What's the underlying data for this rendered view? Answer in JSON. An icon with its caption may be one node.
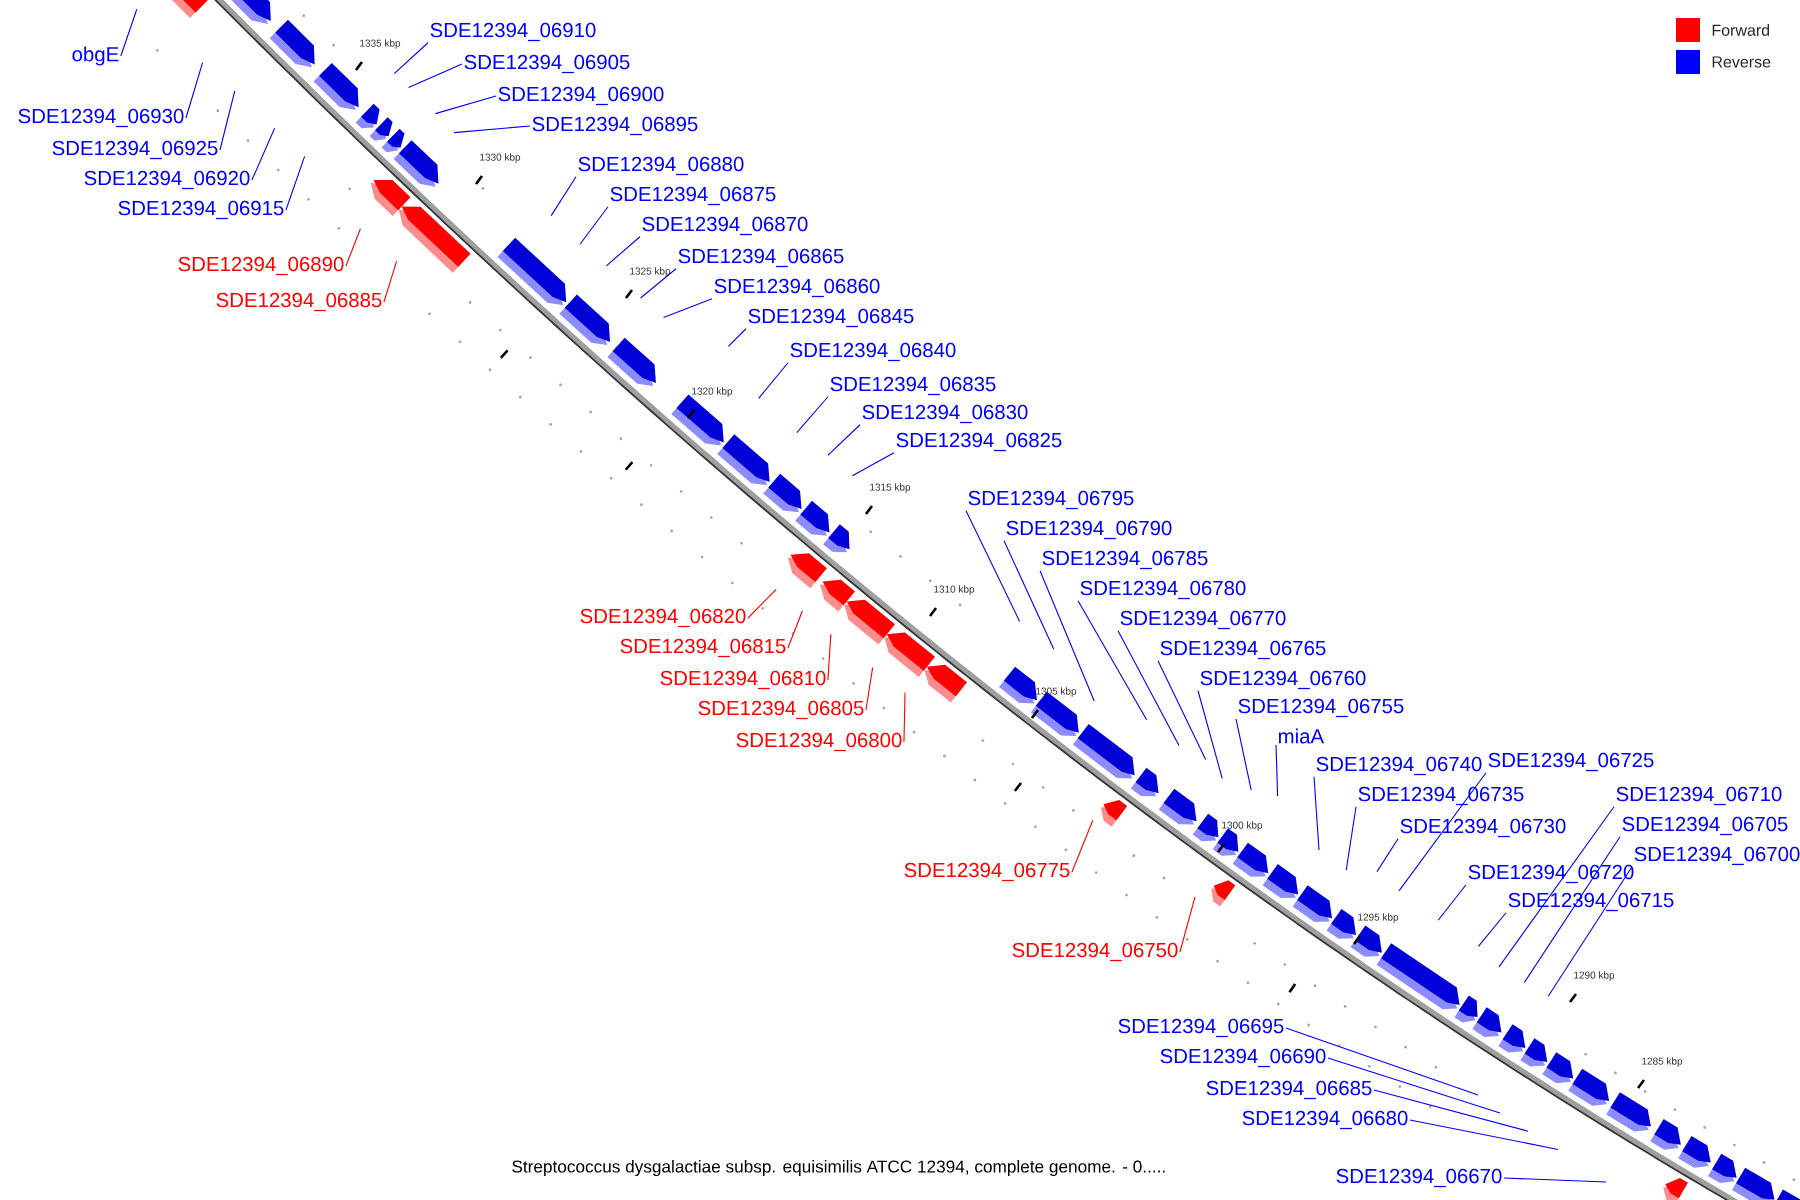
{
  "diagram": {
    "caption": "Streptococcus dysgalactiae subsp. equisimilis ATCC 12394, complete genome. - 0.....",
    "nodes": [
      {
        "text": [
          "obgE"
        ]
      },
      {
        "text": [
          "SDE12394_06910"
        ]
      },
      {
        "text": [
          "SDE12394_06905"
        ]
      },
      {
        "text": [
          "SDE12394_06900"
        ]
      },
      {
        "text": [
          "SDE12394_06895"
        ]
      },
      {
        "text": [
          "SDE12394_06930"
        ]
      },
      {
        "text": [
          "SDE12394_06925"
        ]
      },
      {
        "text": [
          "SDE12394_06920"
        ]
      },
      {
        "text": [
          "SDE12394_06915"
        ]
      },
      {
        "text": [
          "SDE12394_06880"
        ]
      },
      {
        "text": [
          "SDE12394_06875"
        ]
      },
      {
        "text": [
          "SDE12394_06870"
        ]
      },
      {
        "text": [
          "SDE12394_06865"
        ]
      },
      {
        "text": [
          "SDE12394_06860"
        ]
      },
      {
        "text": [
          "SDE12394_06890"
        ]
      },
      {
        "text": [
          "SDE12394_06885"
        ]
      },
      {
        "text": [
          "SDE12394_06845"
        ]
      },
      {
        "text": [
          "SDE12394_06840"
        ]
      },
      {
        "text": [
          "SDE12394_06835"
        ]
      },
      {
        "text": [
          "SDE12394_06830"
        ]
      },
      {
        "text": [
          "SDE12394_06825"
        ]
      },
      {
        "text": [
          "SDE12394_06795"
        ]
      },
      {
        "text": [
          "SDE12394_06790"
        ]
      },
      {
        "text": [
          "SDE12394_06785"
        ]
      },
      {
        "text": [
          "SDE12394_06780"
        ]
      },
      {
        "text": [
          "SDE12394_06770"
        ]
      },
      {
        "text": [
          "SDE12394_06765"
        ]
      },
      {
        "text": [
          "SDE12394_06760"
        ]
      },
      {
        "text": [
          "SDE12394_06755"
        ]
      },
      {
        "text": [
          "miaA"
        ]
      },
      {
        "text": [
          "SDE12394_06820"
        ]
      },
      {
        "text": [
          "SDE12394_06815"
        ]
      },
      {
        "text": [
          "SDE12394_06810"
        ]
      },
      {
        "text": [
          "SDE12394_06805"
        ]
      },
      {
        "text": [
          "SDE12394_06800"
        ]
      },
      {
        "text": [
          "SDE12394_06740"
        ]
      },
      {
        "text": [
          "SDE12394_06725"
        ]
      },
      {
        "text": [
          "SDE12394_06735"
        ]
      },
      {
        "text": [
          "SDE12394_06730"
        ]
      },
      {
        "text": [
          "SDE12394_06775"
        ]
      },
      {
        "text": [
          "SDE12394_06710"
        ]
      },
      {
        "text": [
          "SDE12394_06705"
        ]
      },
      {
        "text": [
          "SDE12394_06700"
        ]
      },
      {
        "text": [
          "SDE12394_06720"
        ]
      },
      {
        "text": [
          "SDE12394_06715"
        ]
      },
      {
        "text": [
          "SDE12394_06750"
        ]
      },
      {
        "text": [
          "SDE12394_06695"
        ]
      },
      {
        "text": [
          "SDE12394_06690"
        ]
      },
      {
        "text": [
          "SDE12394_06685"
        ]
      },
      {
        "text": [
          "SDE12394_06680"
        ]
      },
      {
        "text": [
          "SDE12394_06670"
        ]
      }
    ],
    "edges": [
      {
        "from": 0,
        "to": null,
        "arrow": "none"
      },
      {
        "from": 1,
        "to": null,
        "arrow": "none"
      },
      {
        "from": 2,
        "to": null,
        "arrow": "none"
      },
      {
        "from": 3,
        "to": null,
        "arrow": "none"
      },
      {
        "from": 4,
        "to": null,
        "arrow": "none"
      },
      {
        "from": 5,
        "to": null,
        "arrow": "none"
      },
      {
        "from": 6,
        "to": null,
        "arrow": "none"
      },
      {
        "from": 7,
        "to": null,
        "arrow": "none"
      },
      {
        "from": 8,
        "to": null,
        "arrow": "none"
      },
      {
        "from": 9,
        "to": null,
        "arrow": "none"
      },
      {
        "from": 10,
        "to": null,
        "arrow": "none"
      },
      {
        "from": 11,
        "to": null,
        "arrow": "none"
      },
      {
        "from": 12,
        "to": null,
        "arrow": "none"
      },
      {
        "from": 13,
        "to": null,
        "arrow": "none"
      },
      {
        "from": 14,
        "to": null,
        "arrow": "none",
        "color": "#ff0000"
      },
      {
        "from": 15,
        "to": null,
        "arrow": "none",
        "color": "#ff0000"
      },
      {
        "from": 16,
        "to": null,
        "arrow": "none"
      },
      {
        "from": 17,
        "to": null,
        "arrow": "none"
      },
      {
        "from": 18,
        "to": null,
        "arrow": "none"
      },
      {
        "from": 19,
        "to": null,
        "arrow": "none"
      },
      {
        "from": 20,
        "to": null,
        "arrow": "none"
      },
      {
        "from": 21,
        "to": null,
        "arrow": "none"
      },
      {
        "from": 22,
        "to": null,
        "arrow": "none"
      },
      {
        "from": 23,
        "to": null,
        "arrow": "none"
      },
      {
        "from": 24,
        "to": null,
        "arrow": "none"
      },
      {
        "from": 25,
        "to": null,
        "arrow": "none"
      },
      {
        "from": 26,
        "to": null,
        "arrow": "none"
      },
      {
        "from": 27,
        "to": null,
        "arrow": "none"
      },
      {
        "from": 28,
        "to": null,
        "arrow": "none"
      },
      {
        "from": 29,
        "to": null,
        "arrow": "none"
      },
      {
        "from": 30,
        "to": null,
        "arrow": "none",
        "color": "#ff0000"
      },
      {
        "from": 31,
        "to": null,
        "arrow": "none",
        "color": "#ff0000"
      },
      {
        "from": 32,
        "to": null,
        "arrow": "none",
        "color": "#ff0000"
      },
      {
        "from": 33,
        "to": null,
        "arrow": "none",
        "color": "#ff0000"
      },
      {
        "from": 34,
        "to": null,
        "arrow": "none",
        "color": "#ff0000"
      },
      {
        "from": 35,
        "to": null,
        "arrow": "none"
      },
      {
        "from": 36,
        "to": null,
        "arrow": "none"
      },
      {
        "from": 37,
        "to": null,
        "arrow": "none"
      },
      {
        "from": 38,
        "to": null,
        "arrow": "none"
      },
      {
        "from": 39,
        "to": null,
        "arrow": "none",
        "color": "#ff0000"
      },
      {
        "from": 40,
        "to": null,
        "arrow": "none"
      },
      {
        "from": 41,
        "to": null,
        "arrow": "none"
      },
      {
        "from": 42,
        "to": null,
        "arrow": "none"
      },
      {
        "from": 43,
        "to": null,
        "arrow": "none"
      },
      {
        "from": 44,
        "to": null,
        "arrow": "none"
      },
      {
        "from": 45,
        "to": null,
        "arrow": "none",
        "color": "#ff0000"
      },
      {
        "from": 46,
        "to": null,
        "arrow": "none"
      },
      {
        "from": 47,
        "to": null,
        "arrow": "none"
      },
      {
        "from": 48,
        "to": null,
        "arrow": "none"
      },
      {
        "from": 49,
        "to": null,
        "arrow": "none"
      },
      {
        "from": 50,
        "to": null,
        "arrow": "none"
      }
    ],
    "labels": [
      "1335 kbp",
      "1330 kbp",
      "1325 kbp",
      "1320 kbp",
      "1315 kbp",
      "1310 kbp",
      "1305 kbp",
      "1300 kbp",
      "1295 kbp",
      "1290 kbp",
      "1285 kbp"
    ],
    "legend": [
      {
        "text": "Forward",
        "color": "#ff0000"
      },
      {
        "text": "Reverse",
        "color": "#0000ff"
      }
    ]
  }
}
